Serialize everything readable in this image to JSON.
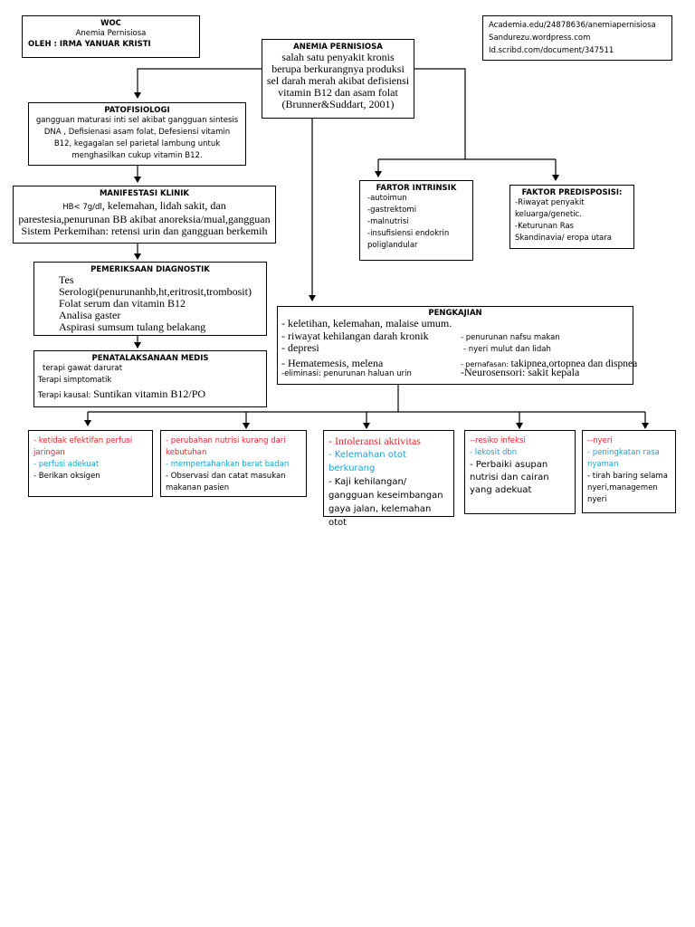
{
  "woc": {
    "title": "WOC",
    "subtitle": "Anemia Pernisiosa",
    "author": "OLEH : IRMA YANUAR KRISTI"
  },
  "refs": [
    "Academia.edu/24878636/anemiapernisiosa",
    "Sandurezu.wordpress.com",
    "Id.scribd.com/document/347511"
  ],
  "main": {
    "title": "ANEMIA PERNISIOSA",
    "lines": [
      "salah satu penyakit kronis",
      "berupa berkurangnya produksi",
      "sel darah merah akibat defisiensi",
      "vitamin  B12 dan  asam folat",
      "(Brunner&Suddart, 2001)"
    ]
  },
  "patofisiologi": {
    "title": "PATOFISIOLOGI",
    "lines": [
      "gangguan maturasi inti sel akibat gangguan sintesis",
      "DNA , Defisienasi asam folat, Defesiensi vitamin",
      "B12, kegagalan sel parietal lambung untuk",
      "menghasilkan cukup vitamin B12."
    ]
  },
  "manifestasi": {
    "title": "MANIFESTASI KLINIK",
    "line1_a": "HB< 7g/dl",
    "line1_b": ", kelemahan, lidah sakit, dan",
    "line2": "parestesia,penurunan BB akibat anoreksia/mual,gangguan",
    "line3": "Sistem Perkemihan: retensi urin dan gangguan berkemih"
  },
  "diagnostik": {
    "title": "PEMERIKSAAN DIAGNOSTIK",
    "lines": [
      "Tes",
      "Serologi(penurunanhb,ht,eritrosit,trombosit)",
      "Folat serum dan vitamin B12",
      "Analisa gaster",
      "Aspirasi sumsum tulang belakang"
    ]
  },
  "penatalaksanaan": {
    "title": "PENATALAKSANAAN MEDIS",
    "line1": "terapi gawat darurat",
    "line2": "Terapi simptomatik",
    "line3_a": "Terapi kausal: ",
    "line3_b": "Suntikan vitamin B12/PO"
  },
  "intrinsik": {
    "title": "FARTOR INTRINSIK",
    "lines": [
      "-autoimun",
      "-gastrektomi",
      "-malnutrisi",
      "-insufisiensi endokrin",
      "poliglandular"
    ]
  },
  "predisposisi": {
    "title": "FAKTOR PREDISPOSISI:",
    "lines": [
      "-Riwayat penyakit",
      "keluarga/genetic.",
      "-Keturunan Ras",
      "Skandinavia/ eropa utara"
    ]
  },
  "pengkajian": {
    "title": "PENGKAJIAN",
    "line1": "-  keletihan, kelemahan, malaise umum.",
    "line2_left": "-  riwayat kehilangan darah kronik",
    "line2_right": "- penurunan nafsu makan",
    "line3_left": "- depresi",
    "line3_right": "- nyeri mulut dan lidah",
    "line4_left": "- Hematemesis, melena",
    "line4_right_a": "- pernafasan: ",
    "line4_right_b": "takipnea,ortopnea dan dispnea",
    "line5_left": "-eliminasi: penurunan haluan urin",
    "line5_right": "-Neurosensori: sakit kepala"
  },
  "diagnoses": [
    {
      "problem": "- ketidak efektifan perfusi jaringan",
      "goal": "- perfusi adekuat",
      "action": "- Berikan oksigen"
    },
    {
      "problem": "- perubahan nutrisi kurang dari kebutuhan",
      "goal": "- mempertahankan berat badan",
      "action": "- Observasi dan catat masukan makanan  pasien"
    },
    {
      "problem": "- Intoleransi aktivitas",
      "goal": "- Kelemahan otot berkurang",
      "action": "-   Kaji kehilangan/ gangguan keseimbangan gaya jalan, kelemahan otot"
    },
    {
      "problem": "--resiko infeksi",
      "goal": "- lekosit dbn",
      "action": "- Perbaiki asupan nutrisi dan cairan yang adekuat"
    },
    {
      "problem": "--nyeri",
      "goal": "- peningkatan rasa nyaman",
      "action": "- tirah baring selama nyeri,managemen nyeri"
    }
  ],
  "colors": {
    "problem": "#e8262a",
    "goal": "#1aa3d6",
    "line": "#000000"
  }
}
